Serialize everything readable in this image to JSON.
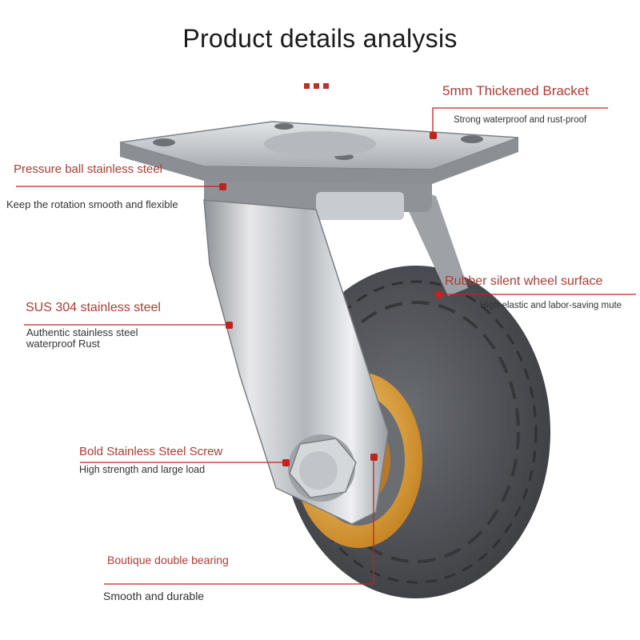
{
  "title": "Product details analysis",
  "callouts": {
    "bracket": {
      "label": "5mm Thickened Bracket",
      "desc": "Strong waterproof and rust-proof"
    },
    "ball": {
      "label": "Pressure ball stainless steel",
      "desc": "Keep the rotation smooth and flexible"
    },
    "rubber": {
      "label": "Rubber silent wheel surface",
      "desc": "High-elastic and labor-saving mute"
    },
    "sus": {
      "label": "SUS 304 stainless steel",
      "desc_line1": "Authentic stainless steel",
      "desc_line2": "waterproof Rust"
    },
    "screw": {
      "label": "Bold Stainless Steel Screw",
      "desc": "High strength and large load"
    },
    "bearing": {
      "label": "Boutique double bearing",
      "desc": "Smooth and durable"
    }
  },
  "colors": {
    "accent": "#b13a33",
    "line": "#c0241f",
    "tire": "#4a4c51",
    "hub": "#d9962f",
    "steel": "#c9ccd0"
  }
}
